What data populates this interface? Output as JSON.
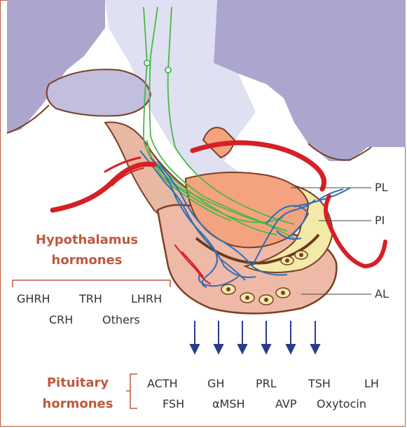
{
  "region_labels": {
    "pars_lateralis": "PL",
    "pars_intermedia": "PI",
    "anterior_lobe": "AL"
  },
  "hypothalamus": {
    "title_line1": "Hypothalamus",
    "title_line2": "hormones",
    "hormones": [
      "GHRH",
      "TRH",
      "LHRH",
      "CRH",
      "Others"
    ]
  },
  "pituitary": {
    "title_line1": "Pituitary",
    "title_line2": "hormones",
    "hormones": [
      "ACTH",
      "GH",
      "PRL",
      "TSH",
      "LH",
      "FSH",
      "αMSH",
      "AVP",
      "Oxytocin"
    ]
  },
  "colors": {
    "brain": "#aca6cf",
    "ventricle": "#dfe0f2",
    "stalk": "#e8b8a2",
    "anterior_lobe": "#eeb9a7",
    "pars_lateralis": "#f3a37f",
    "pars_intermedia": "#f3e9a9",
    "outline": "#7a4024",
    "blood_vessel": "#d61f26",
    "capillary": "#2f6eb4",
    "axon": "#4cb648",
    "accent": "#c0583e",
    "arrow": "#2b3a8c"
  }
}
